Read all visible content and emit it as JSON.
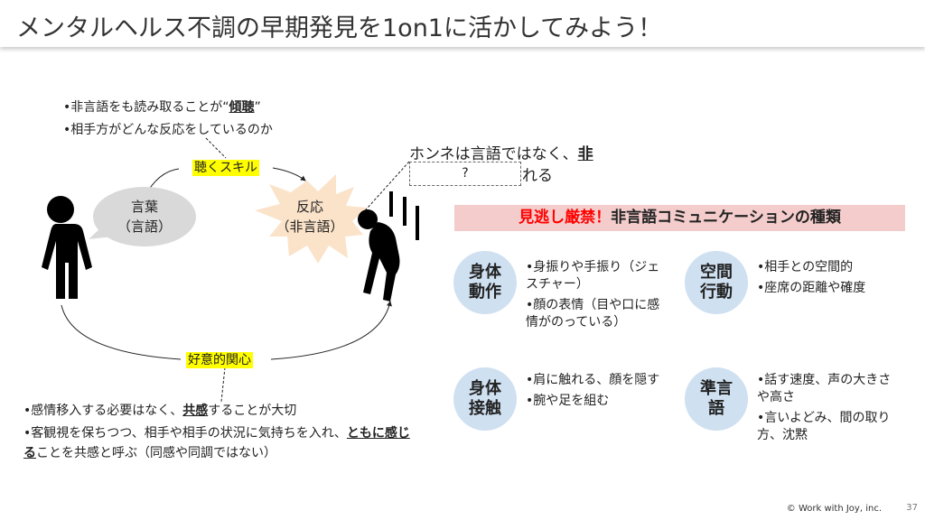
{
  "title": "メンタルヘルス不調の早期発見を1on1に活かしてみよう！",
  "listening": {
    "bullet1_pre": "•非言語をも読み取ることが“",
    "bullet1_em": "傾聴",
    "bullet1_post": "”",
    "bullet2": "•相手方がどんな反応をしているのか",
    "label": "聴くスキル"
  },
  "speech_bubble": "言葉\n（言語）",
  "reaction_burst": "反応\n（非言語）",
  "honne": {
    "line1_pre": "ホンネは言語ではなく、",
    "line1_em": "非",
    "line2_tail": "れる",
    "hidden_placeholder": "?"
  },
  "interest": {
    "label": "好意的関心",
    "bullet1_pre": "•感情移入する必要はなく、",
    "bullet1_em": "共感",
    "bullet1_post": "することが大切",
    "bullet2_pre": "•客観視を保ちつつ、相手や相手の状況に気持ちを入れ、",
    "bullet2_em": "ともに感じる",
    "bullet2_post": "ことを共感と呼ぶ（同感や同調ではない）"
  },
  "types": {
    "heading_red": "見逃し厳禁！",
    "heading_rest": "非言語コミュニケーションの種類",
    "items": [
      {
        "label": "身体\n動作",
        "points": [
          "•身振りや手振り（ジェスチャー）",
          "•顔の表情（目や口に感情がのっている）"
        ]
      },
      {
        "label": "空間\n行動",
        "points": [
          "•相手との空間的",
          "•座席の距離や確度"
        ]
      },
      {
        "label": "身体\n接触",
        "points": [
          "•肩に触れる、顔を隠す",
          "•腕や足を組む"
        ]
      },
      {
        "label": "準言\n語",
        "points": [
          "•話す速度、声の大きさや高さ",
          "•言いよどみ、間の取り方、沈黙"
        ]
      }
    ]
  },
  "footer": "© Work with Joy, inc.",
  "page_number": "37",
  "colors": {
    "highlight": "#ffff00",
    "band": "#f4cccc",
    "circle": "#cfe0f1",
    "burst": "#fbe3c9",
    "bubble": "#d9d9d9"
  }
}
